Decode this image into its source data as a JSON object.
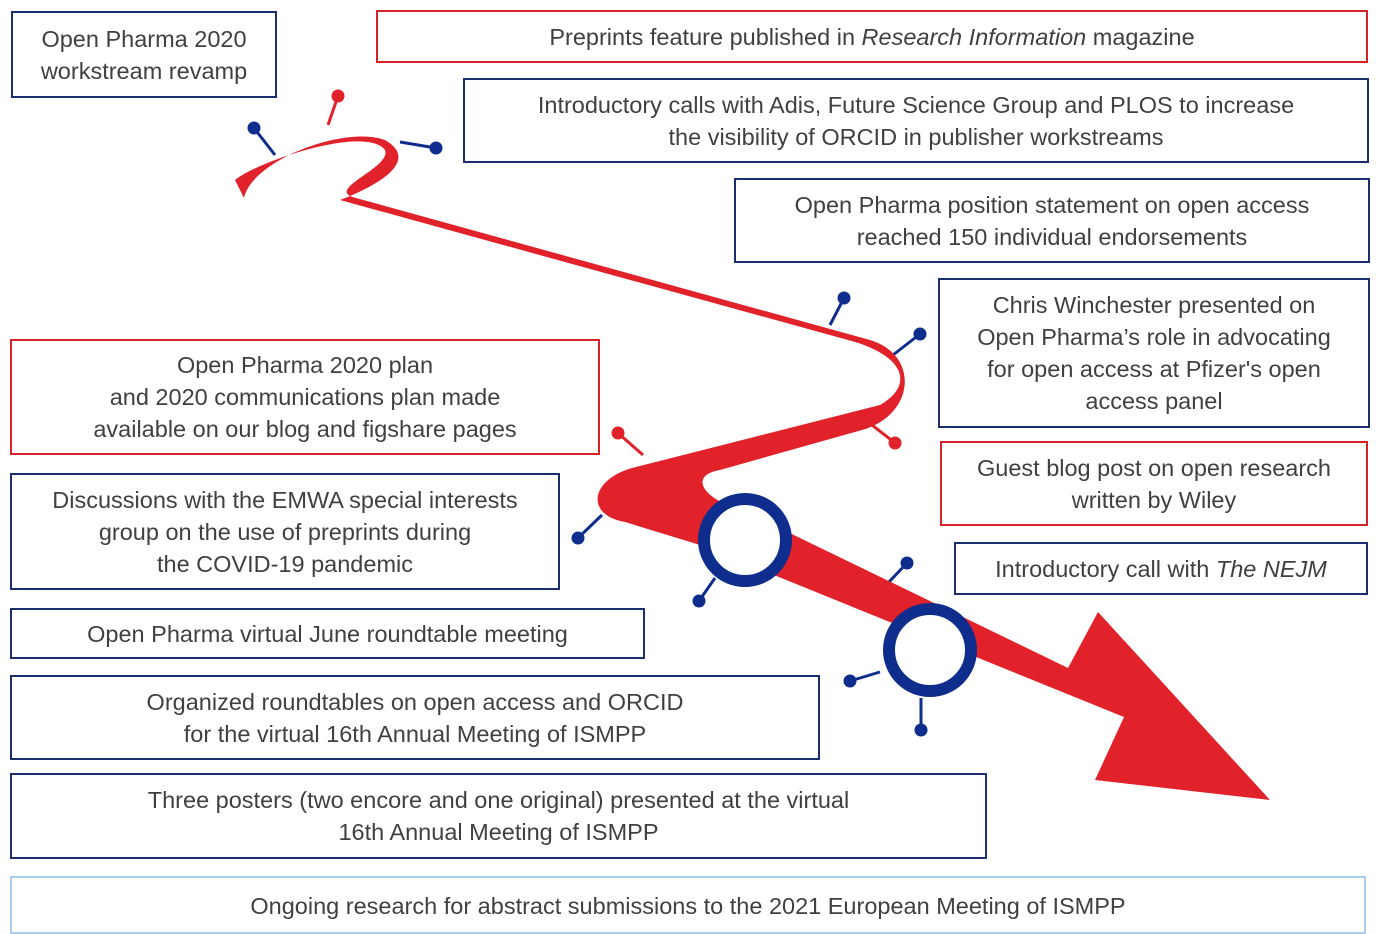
{
  "colors": {
    "arrow": "#e1222a",
    "navy": "#1a2e6e",
    "red_border": "#d5232c",
    "light_border": "#a9cdef",
    "ring": "#0f2d8c",
    "pin_navy": "#0f2d8c",
    "pin_red": "#e1222a",
    "text": "#404040"
  },
  "milestones": {
    "workstream_revamp": [
      "Open Pharma 2020",
      "workstream revamp"
    ],
    "preprints_feature": {
      "before": "Preprints feature published in ",
      "italic": "Research Information",
      "after": " magazine"
    },
    "intro_calls": [
      "Introductory calls with Adis, Future Science Group and PLOS to increase",
      "the visibility of ORCID in publisher workstreams"
    ],
    "position_statement": [
      "Open Pharma position statement on open access",
      "reached 150 individual endorsements"
    ],
    "chris_winchester": [
      "Chris Winchester presented on",
      "Open Pharma’s role in advocating",
      "for open access at Pfizer's open",
      "access panel"
    ],
    "plan_2020": [
      "Open Pharma 2020 plan",
      "and 2020 communications plan made",
      "available on our blog and figshare pages"
    ],
    "guest_blog": [
      "Guest blog post on open research",
      "written by Wiley"
    ],
    "emwa": [
      "Discussions with the EMWA special interests",
      "group on the use of preprints during",
      "the COVID-19 pandemic"
    ],
    "nejm": {
      "before": "Introductory call with ",
      "italic": "The NEJM",
      "after": ""
    },
    "june_roundtable": "Open Pharma virtual June roundtable meeting",
    "organized_roundtables": [
      "Organized roundtables on open access and ORCID",
      "for the virtual 16th Annual Meeting of ISMPP"
    ],
    "three_posters": [
      "Three posters (two encore and one original) presented at the virtual",
      "16th Annual Meeting of ISMPP"
    ],
    "ongoing_research": "Ongoing research for abstract submissions to the 2021 European Meeting of ISMPP"
  }
}
